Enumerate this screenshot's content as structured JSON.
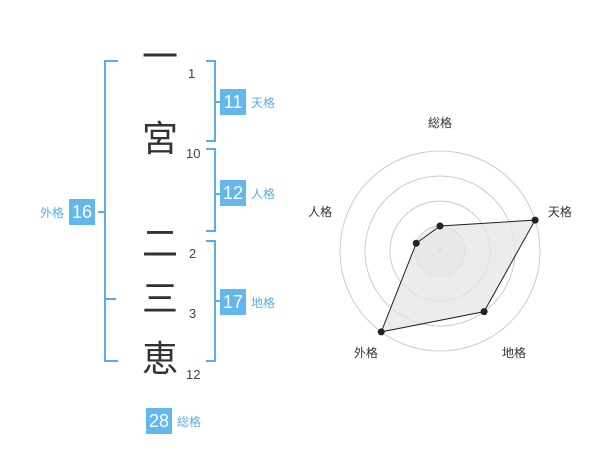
{
  "name": {
    "characters": [
      {
        "char": "一",
        "strokes": "1"
      },
      {
        "char": "宮",
        "strokes": "10"
      },
      {
        "char": "二",
        "strokes": "2"
      },
      {
        "char": "三",
        "strokes": "3"
      },
      {
        "char": "恵",
        "strokes": "12"
      }
    ]
  },
  "fortunes": {
    "tenkaku": {
      "value": "11",
      "label": "天格"
    },
    "jinkaku": {
      "value": "12",
      "label": "人格"
    },
    "chikaku": {
      "value": "17",
      "label": "地格"
    },
    "gaikaku": {
      "value": "16",
      "label": "外格"
    },
    "soukaku": {
      "value": "28",
      "label": "総格"
    }
  },
  "radar": {
    "axes": [
      "総格",
      "天格",
      "地格",
      "外格",
      "人格"
    ],
    "levels": 4,
    "values": [
      1,
      4,
      3,
      4,
      1
    ],
    "colors": {
      "fill": "#e6e6e6",
      "stroke": "#222222",
      "ring": "#cccccc"
    }
  }
}
